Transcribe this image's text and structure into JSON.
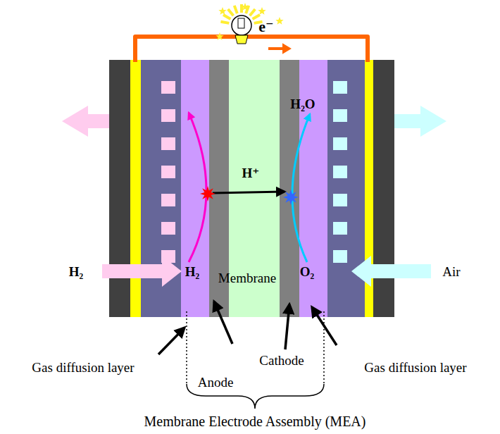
{
  "diagram": {
    "labels": [
      "e⁻",
      "H₂O",
      "H⁺",
      "H₂",
      "H₂",
      "Membrane",
      "O₂",
      "Air",
      "Gas diffusion layer",
      "Cathode",
      "Anode",
      "Gas diffusion layer",
      "Membrane Electrode Assembly (MEA)"
    ]
  }
}
